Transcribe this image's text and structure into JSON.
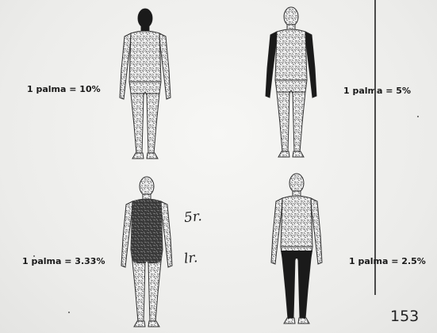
{
  "captions": {
    "head": "1 palma = 10%",
    "arms": "1 palma = 5%",
    "trunk": "1 palma = 3.33%",
    "legs": "1 palma = 2.5%"
  },
  "handwritten": {
    "trunk_top": "5r.",
    "trunk_bottom": "lr."
  },
  "page_number": "153"
}
